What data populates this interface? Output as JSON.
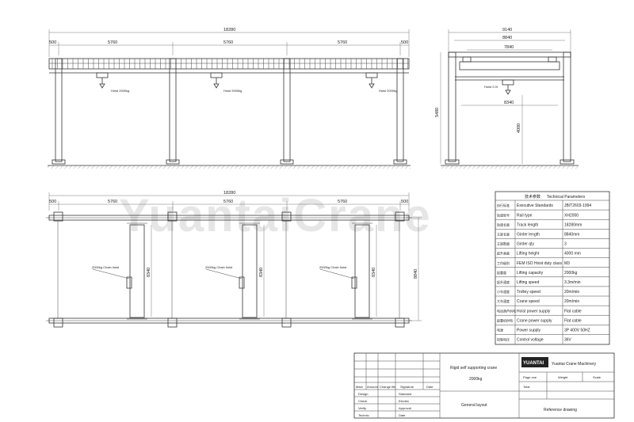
{
  "watermark": "YuantaiCrane",
  "elevation": {
    "overall": "18280",
    "ends": [
      "500",
      "500"
    ],
    "spans": [
      "5760",
      "5760",
      "5760"
    ],
    "hoist_labels": [
      "Hoist 2000kg",
      "Hoist 2000kg",
      "Hoist 2000kg"
    ]
  },
  "side": {
    "w1": "9140",
    "w2": "8840",
    "w3": "7840",
    "w4": "8340",
    "h_total": "5480",
    "h_lift": "4000",
    "hoist_label": "Hoist 2.0t"
  },
  "plan": {
    "overall": "18280",
    "ends": [
      "500",
      "500"
    ],
    "spans": [
      "5760",
      "5760",
      "5760"
    ],
    "chain_labels": [
      "2000kg Chain hoist",
      "2000kg Chain hoist",
      "2000kg Chain hoist"
    ],
    "depth_labels": [
      "8340",
      "8340",
      "8340"
    ],
    "total_depth": "8840"
  },
  "params": {
    "title_cn": "技术参数",
    "title": "Technical Parameters",
    "rows": [
      {
        "cn": "执行标准",
        "label": "Executive Standards",
        "value": "JB/T2603-1994"
      },
      {
        "cn": "轨道型号",
        "label": "Rail type",
        "value": "XH2000"
      },
      {
        "cn": "轨道长度",
        "label": "Track length",
        "value": "18280mm"
      },
      {
        "cn": "主梁长度",
        "label": "Girder length",
        "value": "8840mm"
      },
      {
        "cn": "主梁数量",
        "label": "Girder qty",
        "value": "3"
      },
      {
        "cn": "起升高度",
        "label": "Lifting height",
        "value": "4000 mm"
      },
      {
        "cn": "工作级别",
        "label": "FEM ISO Hoist duty class",
        "value": "M3"
      },
      {
        "cn": "起重量",
        "label": "Lifting capacity",
        "value": "2000kg"
      },
      {
        "cn": "起升速度",
        "label": "Lifting speed",
        "value": "3.3m/min"
      },
      {
        "cn": "小车速度",
        "label": "Trolley speed",
        "value": "20m/min"
      },
      {
        "cn": "大车速度",
        "label": "Crane speed",
        "value": "20m/min"
      },
      {
        "cn": "电动葫芦供电",
        "label": "Hoist power supply",
        "value": "Flat cable"
      },
      {
        "cn": "起重机供电",
        "label": "Crane power supply",
        "value": "Flat cable"
      },
      {
        "cn": "电源",
        "label": "Power supply",
        "value": "3P 400V 50HZ"
      },
      {
        "cn": "控制电压",
        "label": "Control voltage",
        "value": "36V"
      }
    ]
  },
  "title_block": {
    "hdr": [
      "Mark",
      "Amount",
      "Change file",
      "Signature",
      "Date"
    ],
    "roles_left": [
      "Design",
      "Check",
      "Verify",
      "Technic"
    ],
    "roles_right": [
      "Standard",
      "Electric",
      "Approval",
      "Date"
    ],
    "product": "Rigid self supporting crane",
    "capacity": "2000kg",
    "drawing": "General layout",
    "company": "Yuantai Crane Machinery",
    "logo": "YUANTAI",
    "page": "Page one",
    "weight": "Weight",
    "scale": "Scale",
    "total": "Total",
    "reference": "Reference drawing"
  }
}
